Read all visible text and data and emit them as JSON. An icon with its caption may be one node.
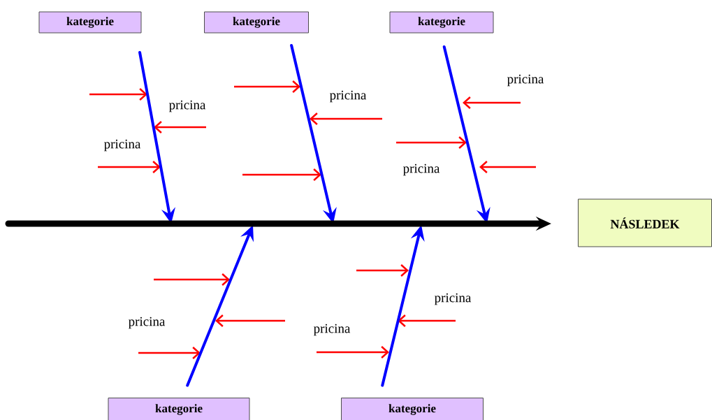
{
  "diagram": {
    "nodes": [
      {
        "text": [
          "kategorie"
        ]
      },
      {
        "text": [
          "kategorie"
        ]
      },
      {
        "text": [
          "kategorie"
        ]
      },
      {
        "text": [
          "kategorie"
        ]
      },
      {
        "text": [
          "kategorie"
        ]
      },
      {
        "text": [
          "NÁSLEDEK"
        ]
      }
    ],
    "edges": [
      {
        "from": 0,
        "to": null,
        "arrow": "to"
      },
      {
        "from": 1,
        "to": null,
        "arrow": "to"
      },
      {
        "from": 2,
        "to": null,
        "arrow": "to"
      },
      {
        "from": 3,
        "to": null,
        "arrow": "to"
      },
      {
        "from": 4,
        "to": null,
        "arrow": "to"
      },
      {
        "from": null,
        "to": 5,
        "arrow": "to",
        "style": "thick",
        "color": "#000000"
      }
    ],
    "labels": [
      "pricina",
      "pricina",
      "pricina",
      "pricina",
      "pricina",
      "pricina",
      "pricina",
      "pricina"
    ]
  }
}
